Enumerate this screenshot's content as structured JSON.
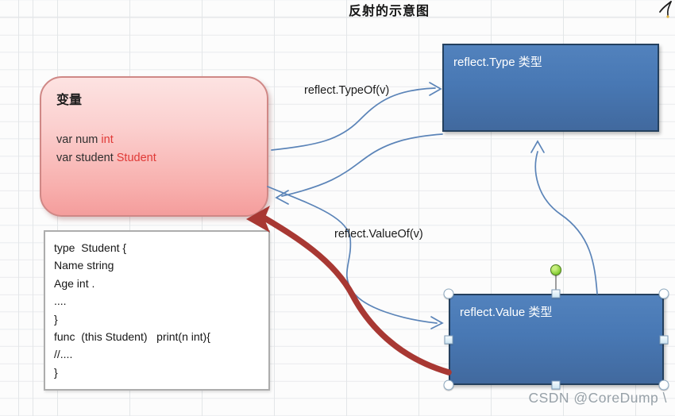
{
  "title": "反射的示意图",
  "variable_box": {
    "heading": "变量",
    "line1_prefix": "var num ",
    "line1_type": "int",
    "line2_prefix": "var student ",
    "line2_type": "Student"
  },
  "type_box": {
    "label": "reflect.Type 类型"
  },
  "value_box": {
    "label": "reflect.Value 类型"
  },
  "code_box": {
    "lines": [
      "type  Student {",
      "Name string",
      "Age int .",
      "....",
      "}",
      "func  (this Student)   print(n int){",
      "//....",
      "}"
    ]
  },
  "labels": {
    "typeof": "reflect.TypeOf(v)",
    "valueof": "reflect.ValueOf(v)"
  },
  "watermark": "CSDN @CoreDump \\",
  "colors": {
    "shape_blue": "#4878b4",
    "shape_blue_border": "#24405e",
    "pink_fill": "#f8b0ae",
    "pink_border": "#cf8886",
    "connector_blue": "#5b84b8",
    "red_arrow": "#a83833",
    "rotation_handle_green": "#84cc33",
    "watermark_gray": "#97a1a8"
  }
}
